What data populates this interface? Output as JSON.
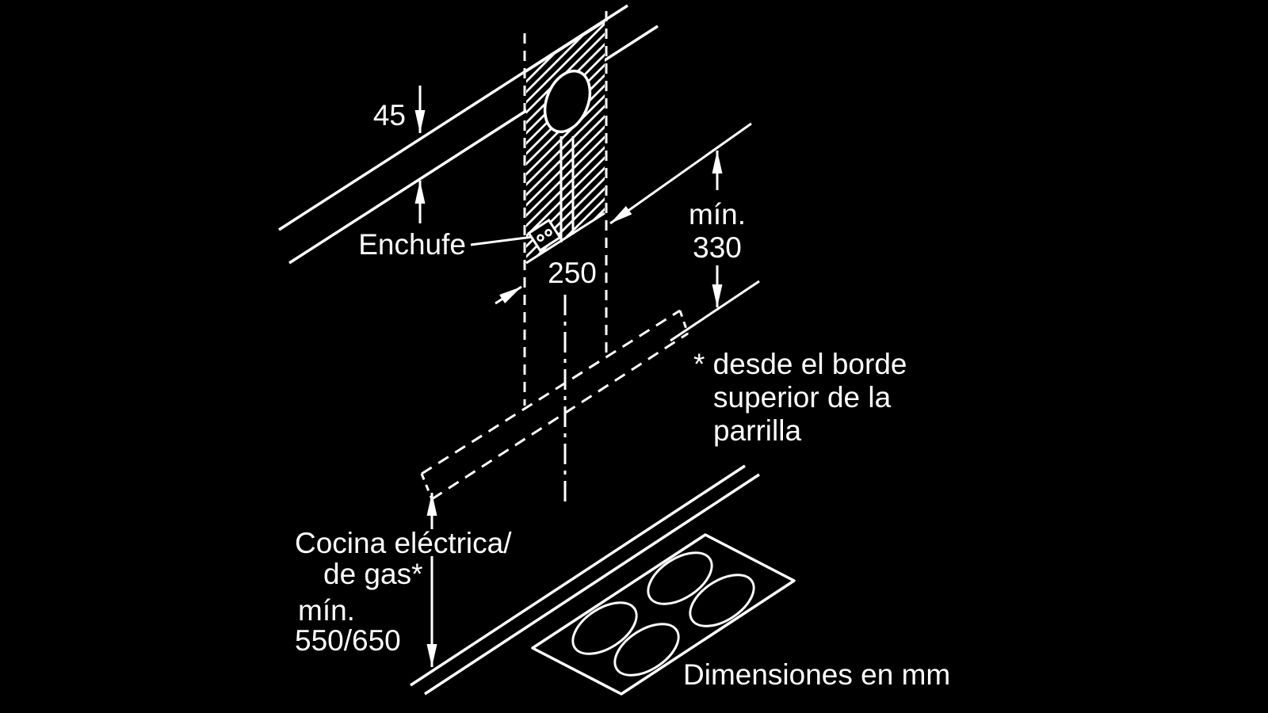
{
  "colors": {
    "background": "#000000",
    "line": "#ffffff",
    "text": "#ffffff"
  },
  "diagram": {
    "dim_top_offset": "45",
    "socket_label": "Enchufe",
    "dim_width": "250",
    "dim_height_min_label": "mín.",
    "dim_height_value": "330",
    "footnote": [
      "* desde el borde",
      "superior de la",
      "parrilla"
    ],
    "cooker_note": [
      "Cocina eléctrica/",
      "de gas*",
      "mín.",
      "550/650"
    ],
    "units_note": "Dimensiones en mm"
  }
}
